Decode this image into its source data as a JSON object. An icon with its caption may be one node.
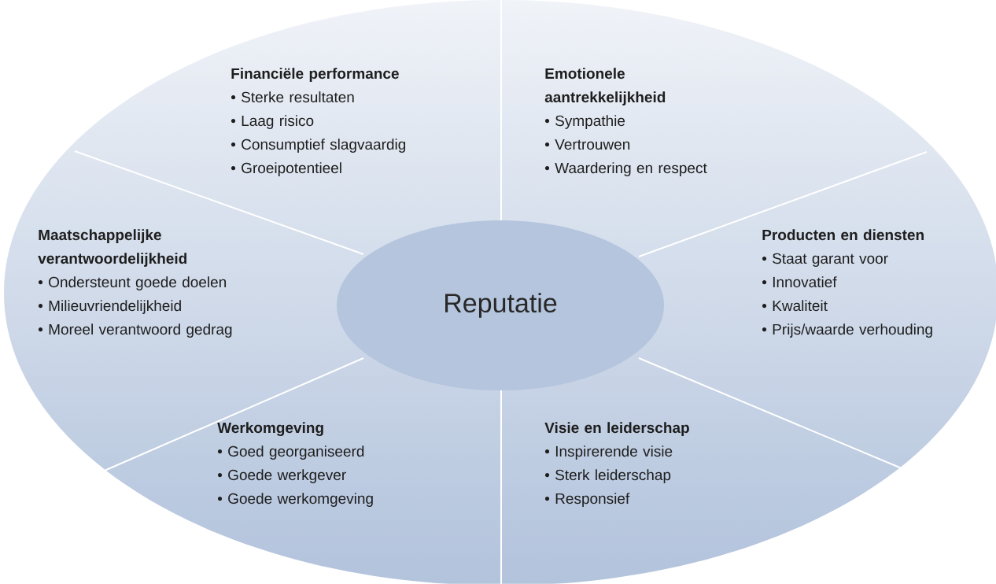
{
  "diagram": {
    "nodes": [
      {
        "text": [
          "Reputatie"
        ]
      },
      {
        "text": [
          "Financiële performance",
          "• Sterke resultaten",
          "• Laag risico",
          "• Consumptief slagvaardig",
          "• Groeipotentieel"
        ]
      },
      {
        "text": [
          "Emotionele aantrekkelijkheid",
          "• Sympathie",
          "• Vertrouwen",
          "• Waardering en respect"
        ]
      },
      {
        "text": [
          "Maatschappelijke verantwoordelijkheid",
          "• Ondersteunt goede doelen",
          "• Milieuvriendelijkheid",
          "• Moreel verantwoord gedrag"
        ]
      },
      {
        "text": [
          "Producten en diensten",
          "• Staat garant voor",
          "• Innovatief",
          "• Kwaliteit",
          "• Prijs/waarde verhouding"
        ]
      },
      {
        "text": [
          "Werkomgeving",
          "• Goed georganiseerd",
          "• Goede werkgever",
          "• Goede werkomgeving"
        ]
      },
      {
        "text": [
          "Visie en leiderschap",
          "• Inspirerende visie",
          "• Sterk leiderschap",
          "• Responsief"
        ]
      }
    ]
  }
}
